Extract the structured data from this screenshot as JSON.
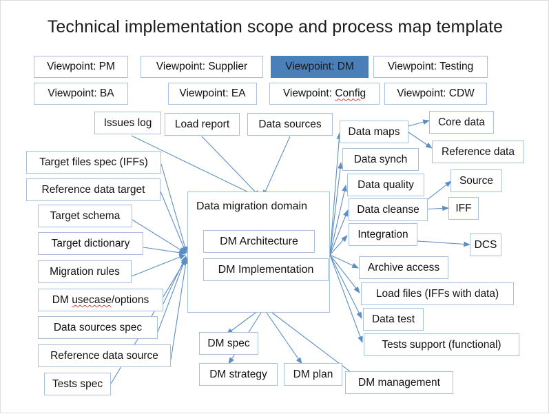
{
  "slide": {
    "title": "Technical implementation scope and process map template",
    "accent_selected": "#4a7fb8",
    "border_color": "#a7c0dd",
    "connector_color": "#5b8ec4",
    "background": "#ffffff"
  },
  "viewpoints": {
    "row1": [
      {
        "label": "Viewpoint: PM",
        "selected": false
      },
      {
        "label": "Viewpoint: Supplier",
        "selected": false
      },
      {
        "label": "Viewpoint: DM",
        "selected": true
      },
      {
        "label": "Viewpoint: Testing",
        "selected": false
      }
    ],
    "row2": [
      {
        "label": "Viewpoint: BA",
        "selected": false
      },
      {
        "label": "Viewpoint: EA",
        "selected": false
      },
      {
        "label": "Viewpoint: ",
        "misspelled": "Config",
        "selected": false
      },
      {
        "label": "Viewpoint: CDW",
        "selected": false
      }
    ]
  },
  "top_inputs": [
    {
      "label": "Issues log"
    },
    {
      "label": "Load report"
    },
    {
      "label": "Data sources"
    }
  ],
  "left_inputs": [
    {
      "label": "Target files spec (IFFs)"
    },
    {
      "label": "Reference data target"
    },
    {
      "label": "Target schema"
    },
    {
      "label": "Target dictionary"
    },
    {
      "label": "Migration rules"
    },
    {
      "label": "DM ",
      "misspelled": "usecase",
      "suffix": "/options"
    },
    {
      "label": "Data sources spec"
    },
    {
      "label": "Reference data source"
    },
    {
      "label": "Tests spec"
    }
  ],
  "center": {
    "label": "Data migration domain",
    "children": [
      {
        "label": "DM Architecture"
      },
      {
        "label": "DM Implementation"
      }
    ]
  },
  "right_outputs": [
    {
      "label": "Data maps"
    },
    {
      "label": "Data synch"
    },
    {
      "label": "Data quality"
    },
    {
      "label": "Data cleanse"
    },
    {
      "label": "Integration"
    },
    {
      "label": "Archive access"
    },
    {
      "label": "Load files (IFFs with data)"
    },
    {
      "label": "Data test"
    },
    {
      "label": "Tests support (functional)"
    }
  ],
  "far_right": [
    {
      "label": "Core data"
    },
    {
      "label": "Reference data"
    },
    {
      "label": "Source"
    },
    {
      "label": "IFF"
    },
    {
      "label": "DCS"
    }
  ],
  "bottom_outputs": [
    {
      "label": "DM spec"
    },
    {
      "label": "DM strategy"
    },
    {
      "label": "DM plan"
    },
    {
      "label": "DM management"
    }
  ]
}
